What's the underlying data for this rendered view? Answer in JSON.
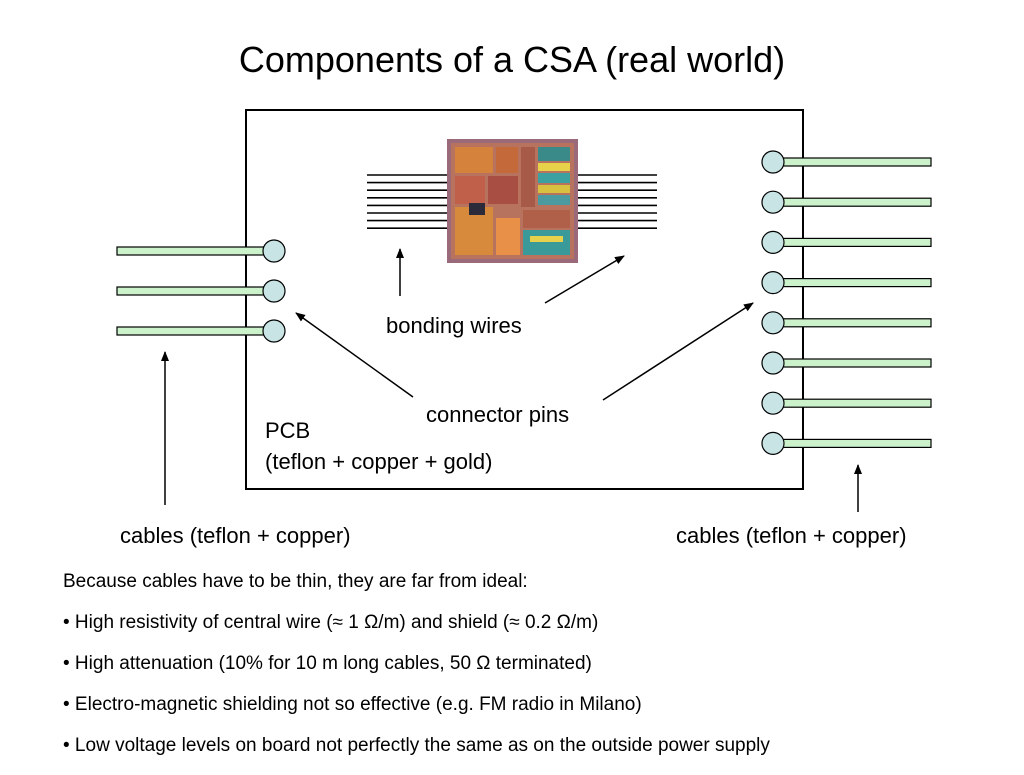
{
  "slide": {
    "title": "Components of a CSA (real world)"
  },
  "diagram": {
    "labels": {
      "bonding_wires": "bonding wires",
      "connector_pins": "connector pins",
      "pcb_line1": "PCB",
      "pcb_line2": "(teflon + copper + gold)",
      "cables_left": "cables (teflon + copper)",
      "cables_right": "cables (teflon + copper)"
    },
    "left_cable_count": 3,
    "right_cable_count": 8,
    "colors": {
      "cable_fill": "#ccf2cc",
      "pin_fill": "#c8e4e4",
      "board_stroke": "#000000",
      "chip_die": "#b07060"
    }
  },
  "notes": {
    "intro": "Because cables have to be thin, they are far from ideal:",
    "bullets": [
      "• High resistivity of central wire (≈ 1 Ω/m) and shield (≈ 0.2 Ω/m)",
      "• High attenuation (10% for 10 m long cables, 50 Ω terminated)",
      "• Electro-magnetic shielding not so effective (e.g. FM radio in Milano)",
      "• Low voltage levels on board not perfectly the same as on the outside power supply"
    ]
  }
}
